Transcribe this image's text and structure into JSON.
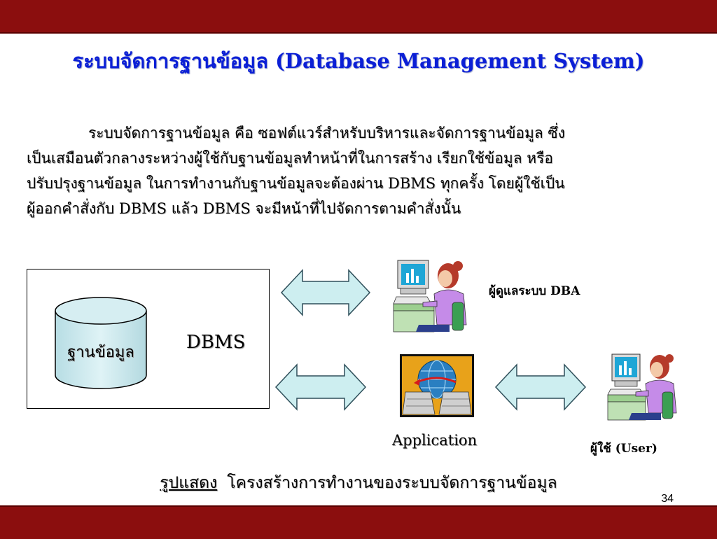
{
  "slide": {
    "title": "ระบบจัดการฐานข้อมูล  (Database  Management System)",
    "paragraph_lines": [
      "ระบบจัดการฐานข้อมูล  คือ  ซอฟต์แวร์สำหรับบริหารและจัดการฐานข้อมูล  ซึ่ง",
      "เป็นเสมือนตัวกลางระหว่างผู้ใช้กับฐานข้อมูลทำหน้าที่ในการสร้าง   เรียกใช้ข้อมูล  หรือ",
      "ปรับปรุงฐานข้อมูล   ในการทำงานกับฐานข้อมูลจะต้องผ่าน  DBMS  ทุกครั้ง  โดยผู้ใช้เป็น",
      "ผู้ออกคำสั่งกับ  DBMS  แล้ว  DBMS  จะมีหน้าที่ไปจัดการตามคำสั่งนั้น"
    ],
    "page_number": "34"
  },
  "diagram": {
    "database_label": "ฐานข้อมูล",
    "dbms_label": "DBMS",
    "dba_label": "ผู้ดูแลระบบ DBA",
    "application_label": "Application",
    "user_label": "ผู้ใช้ (User)",
    "caption_prefix": "รูปแสดง",
    "caption_text": "โครงสร้างการทำงานของระบบจัดการฐานข้อมูล"
  },
  "colors": {
    "bar": "#8b0e0e",
    "title": "#0b1fd6",
    "arrow_fill": "#cdeef0",
    "cylinder_fill": "#cde9ee"
  },
  "icons": {
    "dba": "computer-user-icon",
    "user": "computer-user-icon",
    "application": "application-network-icon"
  }
}
